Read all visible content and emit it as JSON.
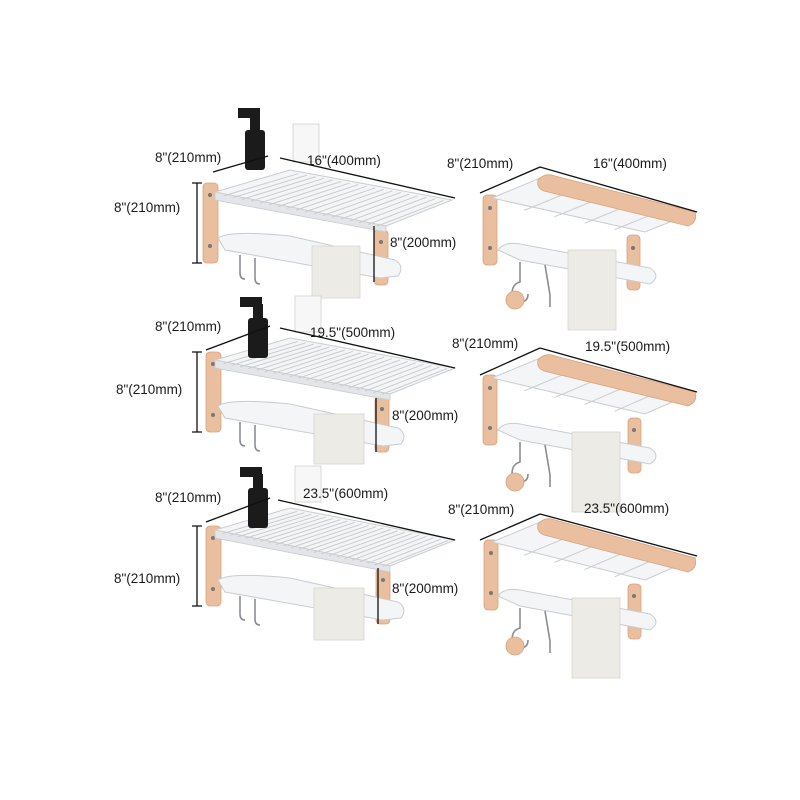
{
  "colors": {
    "wood": "#e9bfa0",
    "wood_dark": "#d9a27d",
    "metal": "#f4f5f6",
    "metal_edge": "#c9ccd0",
    "dimension_line": "#111111",
    "bottle": "#1b1b1b",
    "towel": "#ecebe6"
  },
  "panels": [
    {
      "style": "basket",
      "depth": "8\"(210mm)",
      "height": "8\"(210mm)",
      "width": "16\"(400mm)",
      "rail_height": "8\"(200mm)"
    },
    {
      "style": "wood-top",
      "depth": "8\"(210mm)",
      "width": "16\"(400mm)"
    },
    {
      "style": "basket",
      "depth": "8\"(210mm)",
      "height": "8\"(210mm)",
      "width": "19.5\"(500mm)",
      "rail_height": "8\"(200mm)"
    },
    {
      "style": "wood-top",
      "depth": "8\"(210mm)",
      "width": "19.5\"(500mm)"
    },
    {
      "style": "basket",
      "depth": "8\"(210mm)",
      "height": "8\"(210mm)",
      "width": "23.5\"(600mm)",
      "rail_height": "8\"(200mm)"
    },
    {
      "style": "wood-top",
      "depth": "8\"(210mm)",
      "width": "23.5\"(600mm)"
    }
  ]
}
